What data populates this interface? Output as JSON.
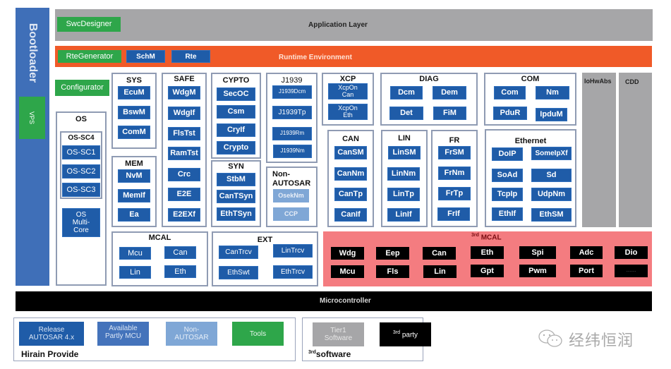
{
  "bootloader": {
    "label": "Bootloader",
    "vps_label": "VPS"
  },
  "application_layer": {
    "label": "Application Layer",
    "tool": "SwcDesigner"
  },
  "runtime_environment": {
    "label": "Runtime Environment",
    "tool": "RteGenerator",
    "modules": [
      "SchM",
      "Rte"
    ]
  },
  "configurator": "Configurator",
  "os": {
    "title": "OS",
    "sc4_title": "OS-SC4",
    "sc_items": [
      "OS-SC1",
      "OS-SC2",
      "OS-SC3"
    ],
    "multicore": "OS Multi-Core"
  },
  "sys": {
    "title": "SYS",
    "items": [
      "EcuM",
      "BswM",
      "ComM"
    ]
  },
  "mem": {
    "title": "MEM",
    "items": [
      "NvM",
      "MemIf",
      "Ea"
    ]
  },
  "safe": {
    "title": "SAFE",
    "items": [
      "WdgM",
      "WdgIf",
      "FlsTst",
      "RamTst",
      "Crc",
      "E2E",
      "E2EXf"
    ]
  },
  "crypto": {
    "title": "CYPTO",
    "items": [
      "SecOC",
      "Csm",
      "CryIf",
      "Crypto"
    ]
  },
  "syn": {
    "title": "SYN",
    "items": [
      "StbM",
      "CanTSyn",
      "EthTSyn"
    ]
  },
  "j1939": {
    "title": "J1939",
    "items": [
      "J1939Dcm",
      "J1939Tp",
      "J1939Rm",
      "J1939Nm"
    ]
  },
  "non_autosar": {
    "title": "Non-AUTOSAR",
    "items": [
      "OsekNm",
      "CCP"
    ]
  },
  "xcp": {
    "title": "XCP",
    "items": [
      "XcpOn Can",
      "XcpOn Eth"
    ]
  },
  "can": {
    "title": "CAN",
    "items": [
      "CanSM",
      "CanNm",
      "CanTp",
      "CanIf"
    ]
  },
  "diag": {
    "title": "DIAG",
    "items": [
      "Dcm",
      "Dem",
      "Det",
      "FiM"
    ]
  },
  "lin": {
    "title": "LIN",
    "items": [
      "LinSM",
      "LinNm",
      "LinTp",
      "LinIf"
    ]
  },
  "fr": {
    "title": "FR",
    "items": [
      "FrSM",
      "FrNm",
      "FrTp",
      "FrIf"
    ]
  },
  "com": {
    "title": "COM",
    "items": [
      "Com",
      "Nm",
      "PduR",
      "IpduM"
    ]
  },
  "ethernet": {
    "title": "Ethernet",
    "items": [
      "DoIP",
      "SomeIpXf",
      "SoAd",
      "Sd",
      "TcpIp",
      "UdpNm",
      "EthIf",
      "EthSM"
    ]
  },
  "iohwabs": "IoHwAbs",
  "cdd": "CDD",
  "mcal": {
    "title": "MCAL",
    "items": [
      "Mcu",
      "Can",
      "Lin",
      "Eth"
    ]
  },
  "ext": {
    "title": "EXT",
    "items": [
      "CanTrcv",
      "LinTrcv",
      "EthSwt",
      "EthTrcv"
    ]
  },
  "third_mcal": {
    "title_sup": "3rd",
    "title": "MCAL",
    "row1": [
      "Wdg",
      "Eep",
      "Can",
      "Eth",
      "Spi",
      "Adc",
      "Dio"
    ],
    "row2": [
      "Mcu",
      "Fls",
      "Lin",
      "Gpt",
      "Pwm",
      "Port",
      "……"
    ]
  },
  "microcontroller": "Microcontroller",
  "legend_hirain": {
    "title": "Hirain Provide",
    "items": [
      "Release AUTOSAR 4.x",
      "Available Partly MCU",
      "Non-AUTOSAR",
      "Tools"
    ]
  },
  "legend_third": {
    "title_sup": "3rd",
    "title": "software",
    "tier1": "Tier1 Software",
    "party_sup": "3rd",
    "party": "party"
  },
  "watermark": "经纬恒润",
  "colors": {
    "blue": "#1f5ca8",
    "green": "#2ea64a",
    "orange": "#f05a28",
    "gray": "#a6a6a8",
    "pink": "#f47c80",
    "black": "#000000",
    "light_blue": "#7fa7d6"
  }
}
